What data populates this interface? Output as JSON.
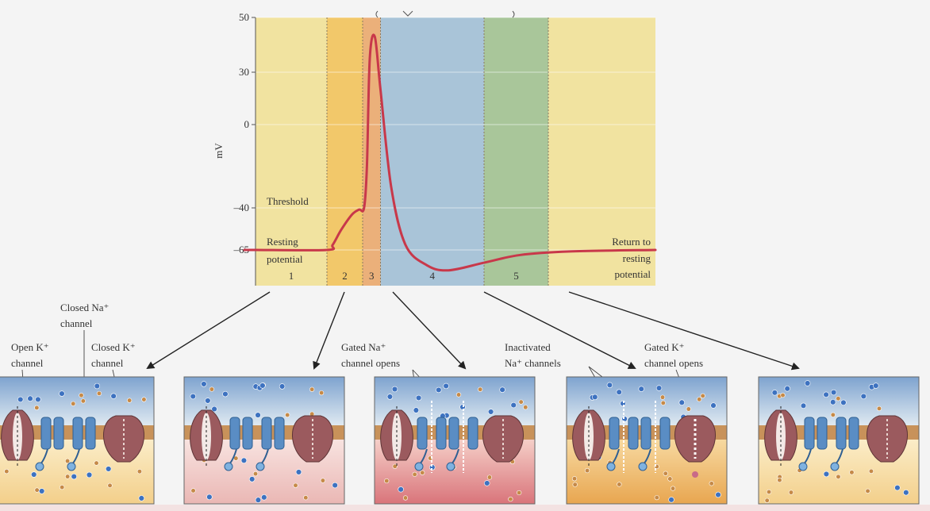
{
  "chart_data": {
    "type": "line",
    "ylabel": "mV",
    "yticks": [
      50,
      30,
      0,
      -40,
      -65
    ],
    "ylim": [
      -72,
      50
    ],
    "phases": [
      {
        "label": "1",
        "color": "#f1e3a0"
      },
      {
        "label": "2",
        "color": "#f2c86a"
      },
      {
        "label": "3",
        "color": "#ebb07a"
      },
      {
        "label": "4",
        "color": "#a9c4d8"
      },
      {
        "label": "5",
        "color": "#a9c69a"
      },
      {
        "label": "",
        "color": "#f1e3a0"
      }
    ],
    "series": [
      {
        "x": [
          0,
          1.0,
          1.08,
          1.2,
          1.35,
          1.45,
          1.52,
          1.56,
          1.6,
          1.67,
          1.75,
          1.9,
          2.1,
          2.4,
          2.7,
          3.2,
          3.7,
          4.4,
          5.6
        ],
        "y": [
          -65,
          -65,
          -62,
          -53,
          -44,
          -41,
          -40,
          -20,
          35,
          43,
          20,
          -30,
          -62,
          -68,
          -69,
          -67.5,
          -66,
          -65.3,
          -65
        ]
      }
    ],
    "annotations": {
      "threshold": "Threshold",
      "resting_line1": "Resting",
      "resting_line2": "potential",
      "return_line1": "Return to",
      "return_line2": "resting",
      "return_line3": "potential"
    }
  },
  "labels": {
    "closed_na_1": "Closed Na⁺",
    "closed_na_2": "channel",
    "open_k_1": "Open K⁺",
    "open_k_2": "channel",
    "closed_k_1": "Closed K⁺",
    "closed_k_2": "channel",
    "gated_na_1": "Gated Na⁺",
    "gated_na_2": "channel opens",
    "inact_na_1": "Inactivated",
    "inact_na_2": "Na⁺ channels",
    "gated_k_1": "Gated K⁺",
    "gated_k_2": "channel opens"
  },
  "colors": {
    "curve": "#c8384a",
    "membrane": "#c8925a",
    "k_channel": "#9b5a5e",
    "na_channel": "#5a8dc4",
    "ion_blue": "#3d72c0",
    "ion_orange": "#c68a48"
  }
}
